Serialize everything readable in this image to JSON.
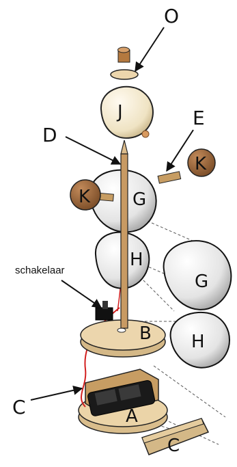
{
  "labels": {
    "O": "O",
    "J": "J",
    "E": "E",
    "D": "D",
    "K1": "K",
    "K2": "K",
    "G1": "G",
    "G2": "G",
    "H1": "H",
    "H2": "H",
    "B": "B",
    "A": "A",
    "C1": "C",
    "C2": "C",
    "switch": "schakelaar"
  },
  "colors": {
    "wood": "#e9d2a6",
    "wood_dark": "#b78a52",
    "ball_light": "#f5f5f5",
    "ball_shade": "#c9c9c9",
    "cream": "#efe3c3",
    "brown_ball": "#a06a3f",
    "wire": "#d21f1f",
    "stick": "#c89a63"
  }
}
